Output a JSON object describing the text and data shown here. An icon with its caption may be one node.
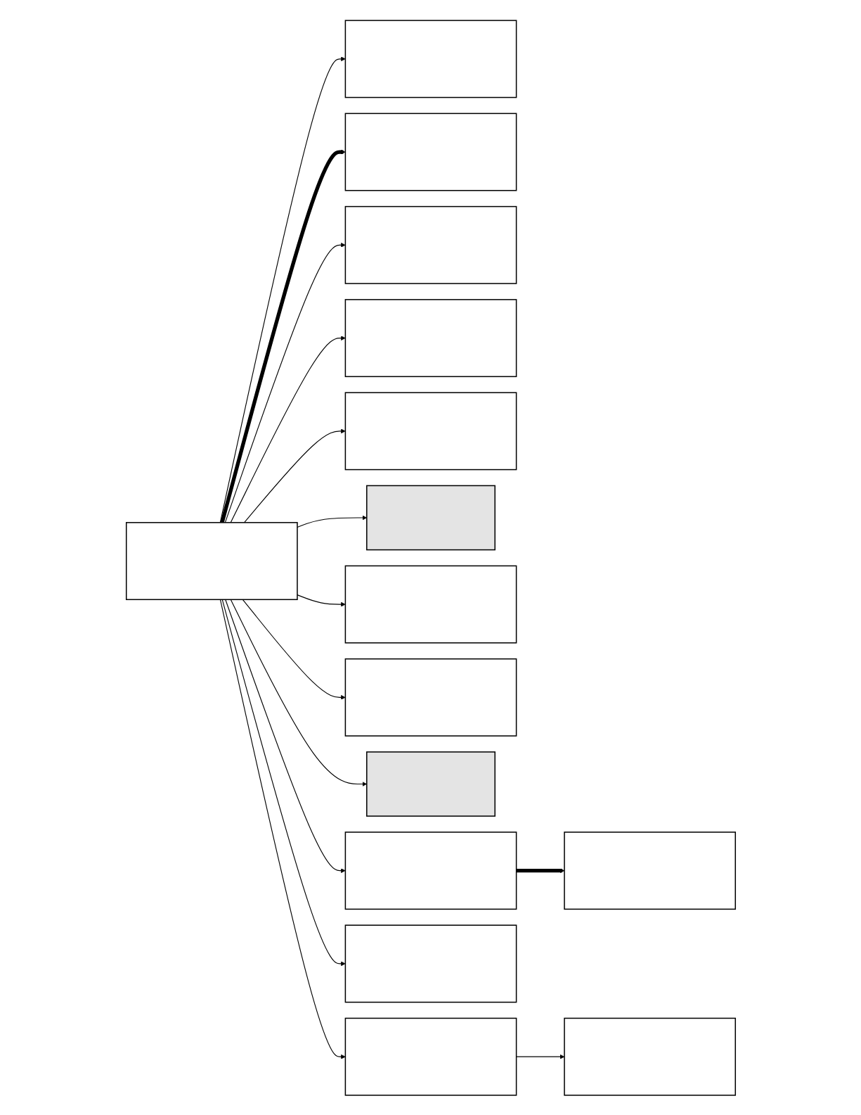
{
  "diagram": {
    "nodes": [
      {
        "text": [],
        "shape": "box"
      },
      {
        "text": [],
        "shape": "box"
      },
      {
        "text": [],
        "shape": "box"
      },
      {
        "text": [],
        "shape": "box"
      },
      {
        "text": [],
        "shape": "box"
      },
      {
        "text": [],
        "shape": "box"
      },
      {
        "text": [],
        "shape": "box"
      },
      {
        "text": [],
        "shape": "box"
      },
      {
        "text": [],
        "shape": "box"
      },
      {
        "text": [],
        "shape": "box"
      },
      {
        "text": [],
        "shape": "box"
      },
      {
        "text": [],
        "shape": "box"
      },
      {
        "text": [],
        "shape": "box"
      },
      {
        "text": [],
        "shape": "box"
      },
      {
        "text": [],
        "shape": "box"
      }
    ],
    "edges": [
      {
        "from": 0,
        "to": 1,
        "arrow": "to"
      },
      {
        "from": 0,
        "to": 2,
        "arrow": "to",
        "style": "thick"
      },
      {
        "from": 0,
        "to": 3,
        "arrow": "to"
      },
      {
        "from": 0,
        "to": 4,
        "arrow": "to"
      },
      {
        "from": 0,
        "to": 5,
        "arrow": "to"
      },
      {
        "from": 0,
        "to": 6,
        "arrow": "to"
      },
      {
        "from": 0,
        "to": 7,
        "arrow": "to"
      },
      {
        "from": 0,
        "to": 8,
        "arrow": "to"
      },
      {
        "from": 0,
        "to": 9,
        "arrow": "to"
      },
      {
        "from": 0,
        "to": 10,
        "arrow": "to"
      },
      {
        "from": 10,
        "to": 11,
        "arrow": "to",
        "style": "thick"
      },
      {
        "from": 0,
        "to": 12,
        "arrow": "to"
      },
      {
        "from": 0,
        "to": 13,
        "arrow": "to"
      },
      {
        "from": 13,
        "to": 14,
        "arrow": "to"
      }
    ]
  }
}
